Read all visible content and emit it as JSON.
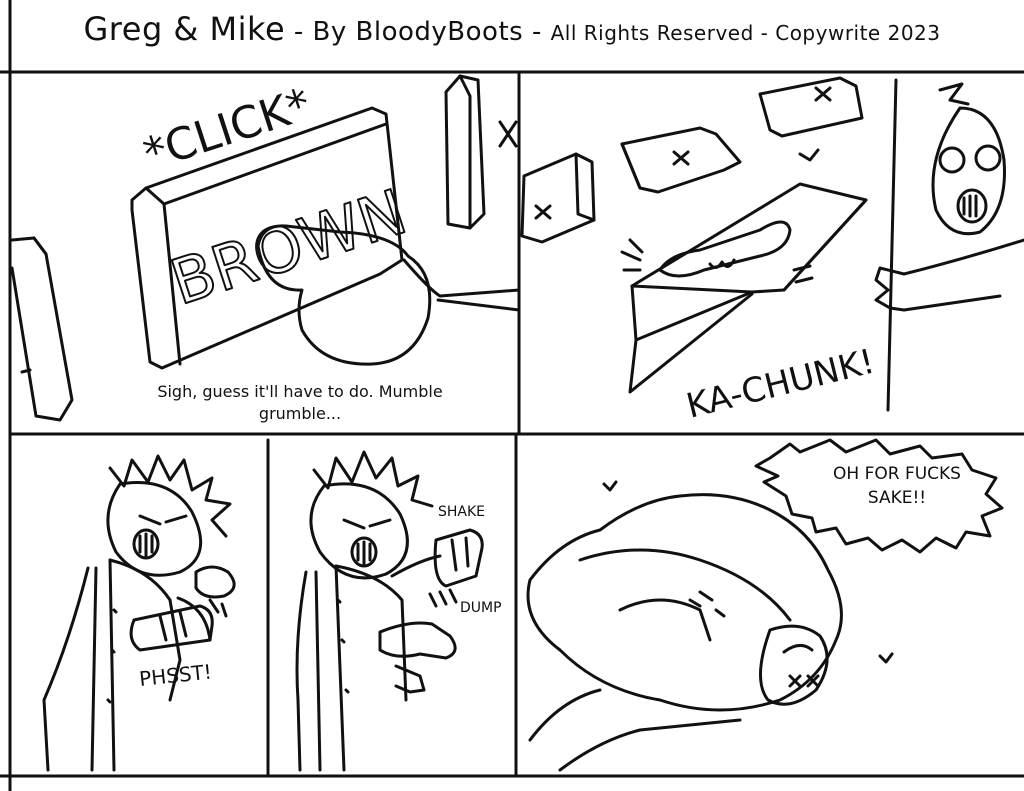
{
  "header": {
    "strip_name": "Greg & Mike",
    "byline": "- By BloodyBoots -",
    "rights": "All Rights Reserved - Copywrite 2023"
  },
  "panel1": {
    "sfx_click": "*CLICK*",
    "sign_text": "BROWN",
    "caption": "Sigh, guess it'll have to do. Mumble grumble..."
  },
  "panel2": {
    "sfx_kachunk": "KA-CHUNK!"
  },
  "panel3": {
    "sfx_phsst": "PHSST!"
  },
  "panel4": {
    "sfx_shake": "SHAKE",
    "sfx_dump": "DUMP"
  },
  "panel5": {
    "speech": "OH FOR FUCKS SAKE!!"
  },
  "colors": {
    "ink": "#111111",
    "paper": "#ffffff"
  }
}
